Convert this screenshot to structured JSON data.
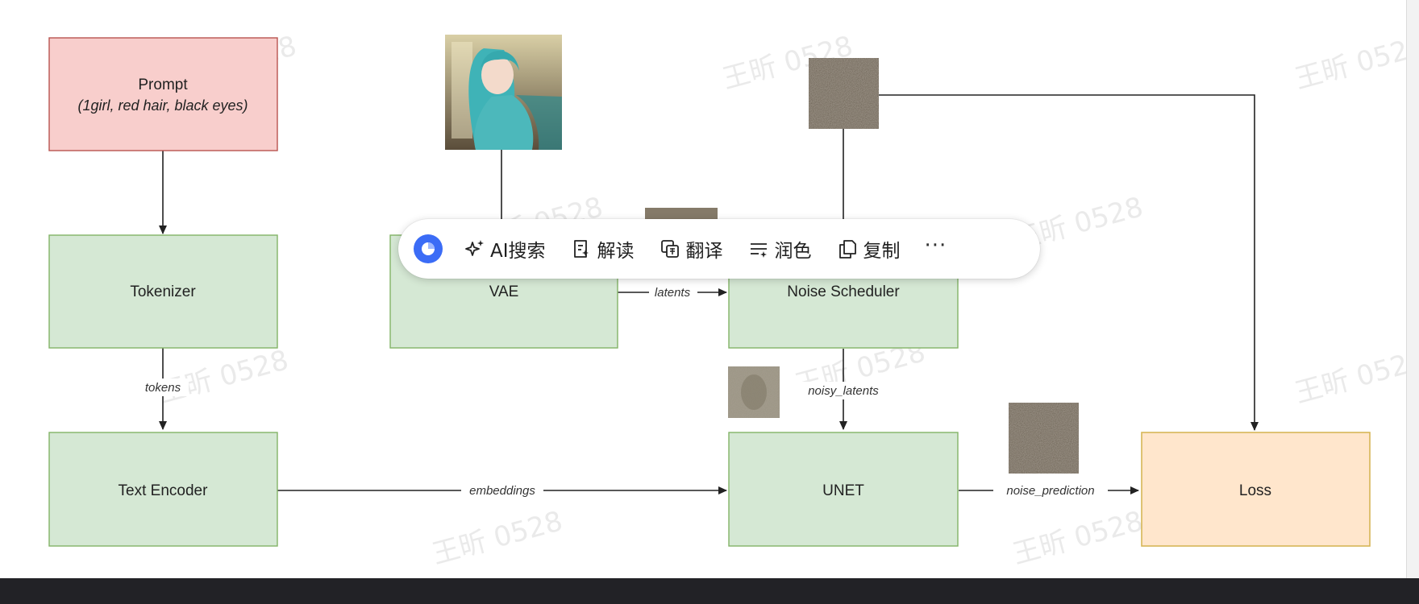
{
  "diagram": {
    "nodes": {
      "prompt": {
        "label": "Prompt",
        "sub": "(1girl, red hair, black eyes)",
        "fill": "#f8cecc",
        "stroke": "#b85450"
      },
      "tokenizer": {
        "label": "Tokenizer",
        "fill": "#d5e8d4",
        "stroke": "#82b366"
      },
      "text_encoder": {
        "label": "Text Encoder",
        "fill": "#d5e8d4",
        "stroke": "#82b366"
      },
      "vae": {
        "label": "VAE",
        "fill": "#d5e8d4",
        "stroke": "#82b366"
      },
      "noise_scheduler": {
        "label": "Noise Scheduler",
        "fill": "#d5e8d4",
        "stroke": "#82b366"
      },
      "unet": {
        "label": "UNET",
        "fill": "#d5e8d4",
        "stroke": "#82b366"
      },
      "loss": {
        "label": "Loss",
        "fill": "#ffe6cc",
        "stroke": "#d6b656"
      }
    },
    "edges": {
      "tokens": "tokens",
      "embeddings": "embeddings",
      "latents": "latents",
      "noisy_latents": "noisy_latents",
      "noise_prediction": "noise_prediction"
    },
    "watermark": "王昕 0528"
  },
  "toolbar": {
    "ai_search": "AI搜索",
    "interpret": "解读",
    "translate": "翻译",
    "polish": "润色",
    "copy": "复制",
    "more": "···",
    "accent": "#3b6cf6"
  }
}
